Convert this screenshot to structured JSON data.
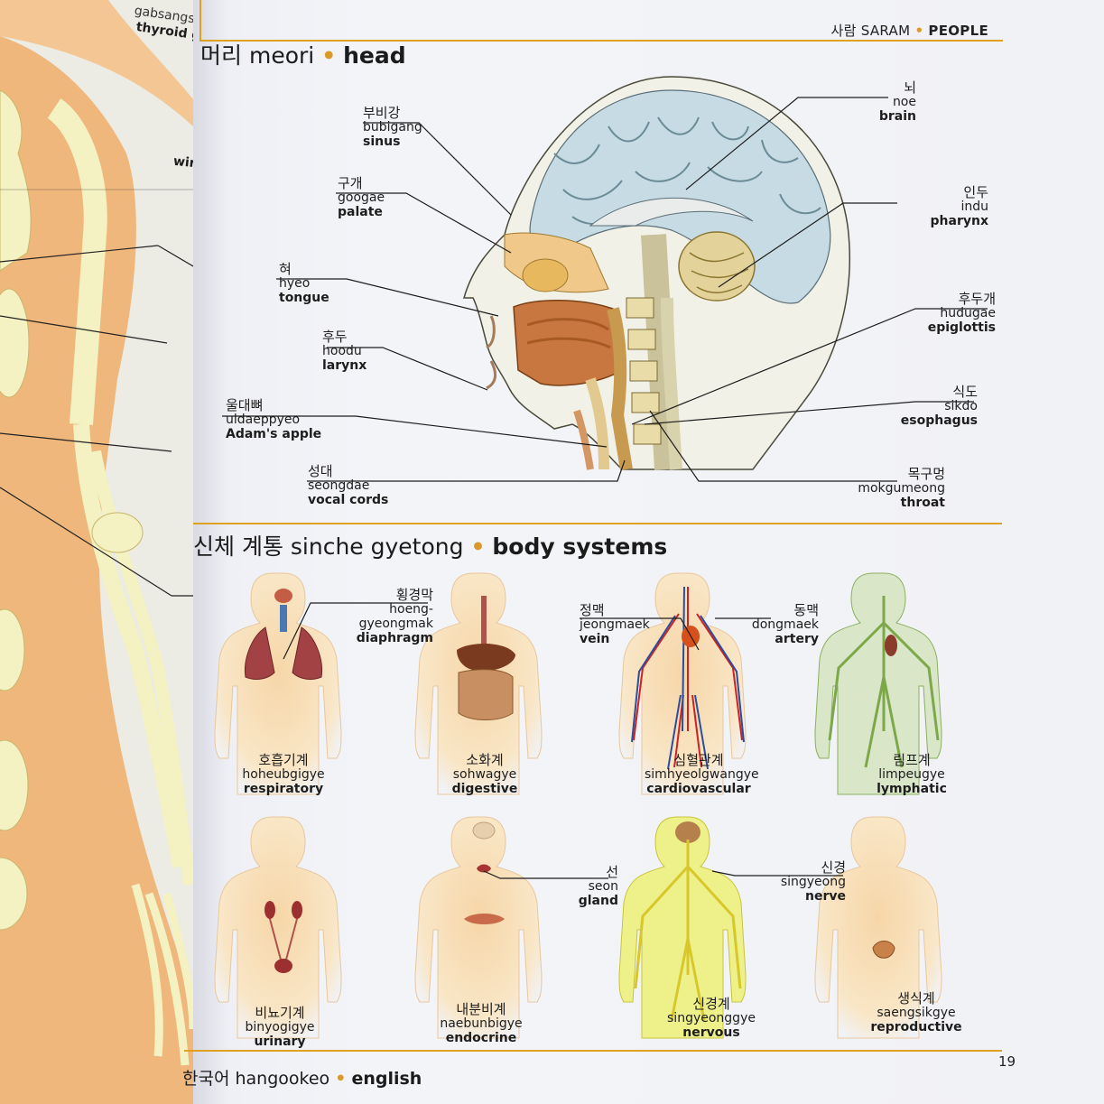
{
  "header": {
    "korean": "사람",
    "romanized": "SARAM",
    "english": "PEOPLE"
  },
  "head_section": {
    "title": {
      "korean": "머리",
      "romanized": "meori",
      "english": "head"
    },
    "labels": [
      {
        "id": "brain",
        "korean": "뇌",
        "romanized": "noe",
        "english": "brain"
      },
      {
        "id": "sinus",
        "korean": "부비강",
        "romanized": "bubigang",
        "english": "sinus"
      },
      {
        "id": "palate",
        "korean": "구개",
        "romanized": "googae",
        "english": "palate"
      },
      {
        "id": "pharynx",
        "korean": "인두",
        "romanized": "indu",
        "english": "pharynx"
      },
      {
        "id": "tongue",
        "korean": "혀",
        "romanized": "hyeo",
        "english": "tongue"
      },
      {
        "id": "epiglottis",
        "korean": "후두개",
        "romanized": "hudugae",
        "english": "epiglottis"
      },
      {
        "id": "larynx",
        "korean": "후두",
        "romanized": "hoodu",
        "english": "larynx"
      },
      {
        "id": "esophagus",
        "korean": "식도",
        "romanized": "sikdo",
        "english": "esophagus"
      },
      {
        "id": "adams_apple",
        "korean": "울대뼈",
        "romanized": "uldaeppyeo",
        "english": "Adam's apple"
      },
      {
        "id": "vocal_cords",
        "korean": "성대",
        "romanized": "seongdae",
        "english": "vocal cords"
      },
      {
        "id": "throat",
        "korean": "목구멍",
        "romanized": "mokgumeong",
        "english": "throat"
      }
    ]
  },
  "body_systems_section": {
    "title": {
      "korean": "신체 계통",
      "romanized": "sinche gyetong",
      "english": "body systems"
    },
    "systems": [
      {
        "id": "respiratory",
        "korean": "호흡기계",
        "romanized": "hoheubgigye",
        "english": "respiratory"
      },
      {
        "id": "digestive",
        "korean": "소화계",
        "romanized": "sohwagye",
        "english": "digestive"
      },
      {
        "id": "cardiovascular",
        "korean": "심혈관계",
        "romanized": "simhyeolgwangye",
        "english": "cardiovascular"
      },
      {
        "id": "lymphatic",
        "korean": "림프계",
        "romanized": "limpeugye",
        "english": "lymphatic"
      },
      {
        "id": "urinary",
        "korean": "비뇨기계",
        "romanized": "binyogigye",
        "english": "urinary"
      },
      {
        "id": "endocrine",
        "korean": "내분비계",
        "romanized": "naebunbigye",
        "english": "endocrine"
      },
      {
        "id": "nervous",
        "korean": "신경계",
        "romanized": "singyeonggye",
        "english": "nervous"
      },
      {
        "id": "reproductive",
        "korean": "생식계",
        "romanized": "saengsikgye",
        "english": "reproductive"
      }
    ],
    "parts": [
      {
        "id": "diaphragm",
        "korean": "횡경막",
        "romanized_1": "hoeng-",
        "romanized_2": "gyeongmak",
        "english": "diaphragm"
      },
      {
        "id": "vein",
        "korean": "정맥",
        "romanized": "jeongmaek",
        "english": "vein"
      },
      {
        "id": "artery",
        "korean": "동맥",
        "romanized": "dongmaek",
        "english": "artery"
      },
      {
        "id": "gland",
        "korean": "선",
        "romanized": "seon",
        "english": "gland"
      },
      {
        "id": "nerve",
        "korean": "신경",
        "romanized": "singyeong",
        "english": "nerve"
      }
    ]
  },
  "left_page": {
    "romanized": "gabsangsseon",
    "english": "thyroid gland",
    "partial": "wir"
  },
  "footer": {
    "korean": "한국어",
    "romanized": "hangookeo",
    "english": "english",
    "page_number": "19"
  },
  "colors": {
    "accent": "#e0a021",
    "skin": "#f2c48e",
    "bone": "#f4f1c2"
  }
}
